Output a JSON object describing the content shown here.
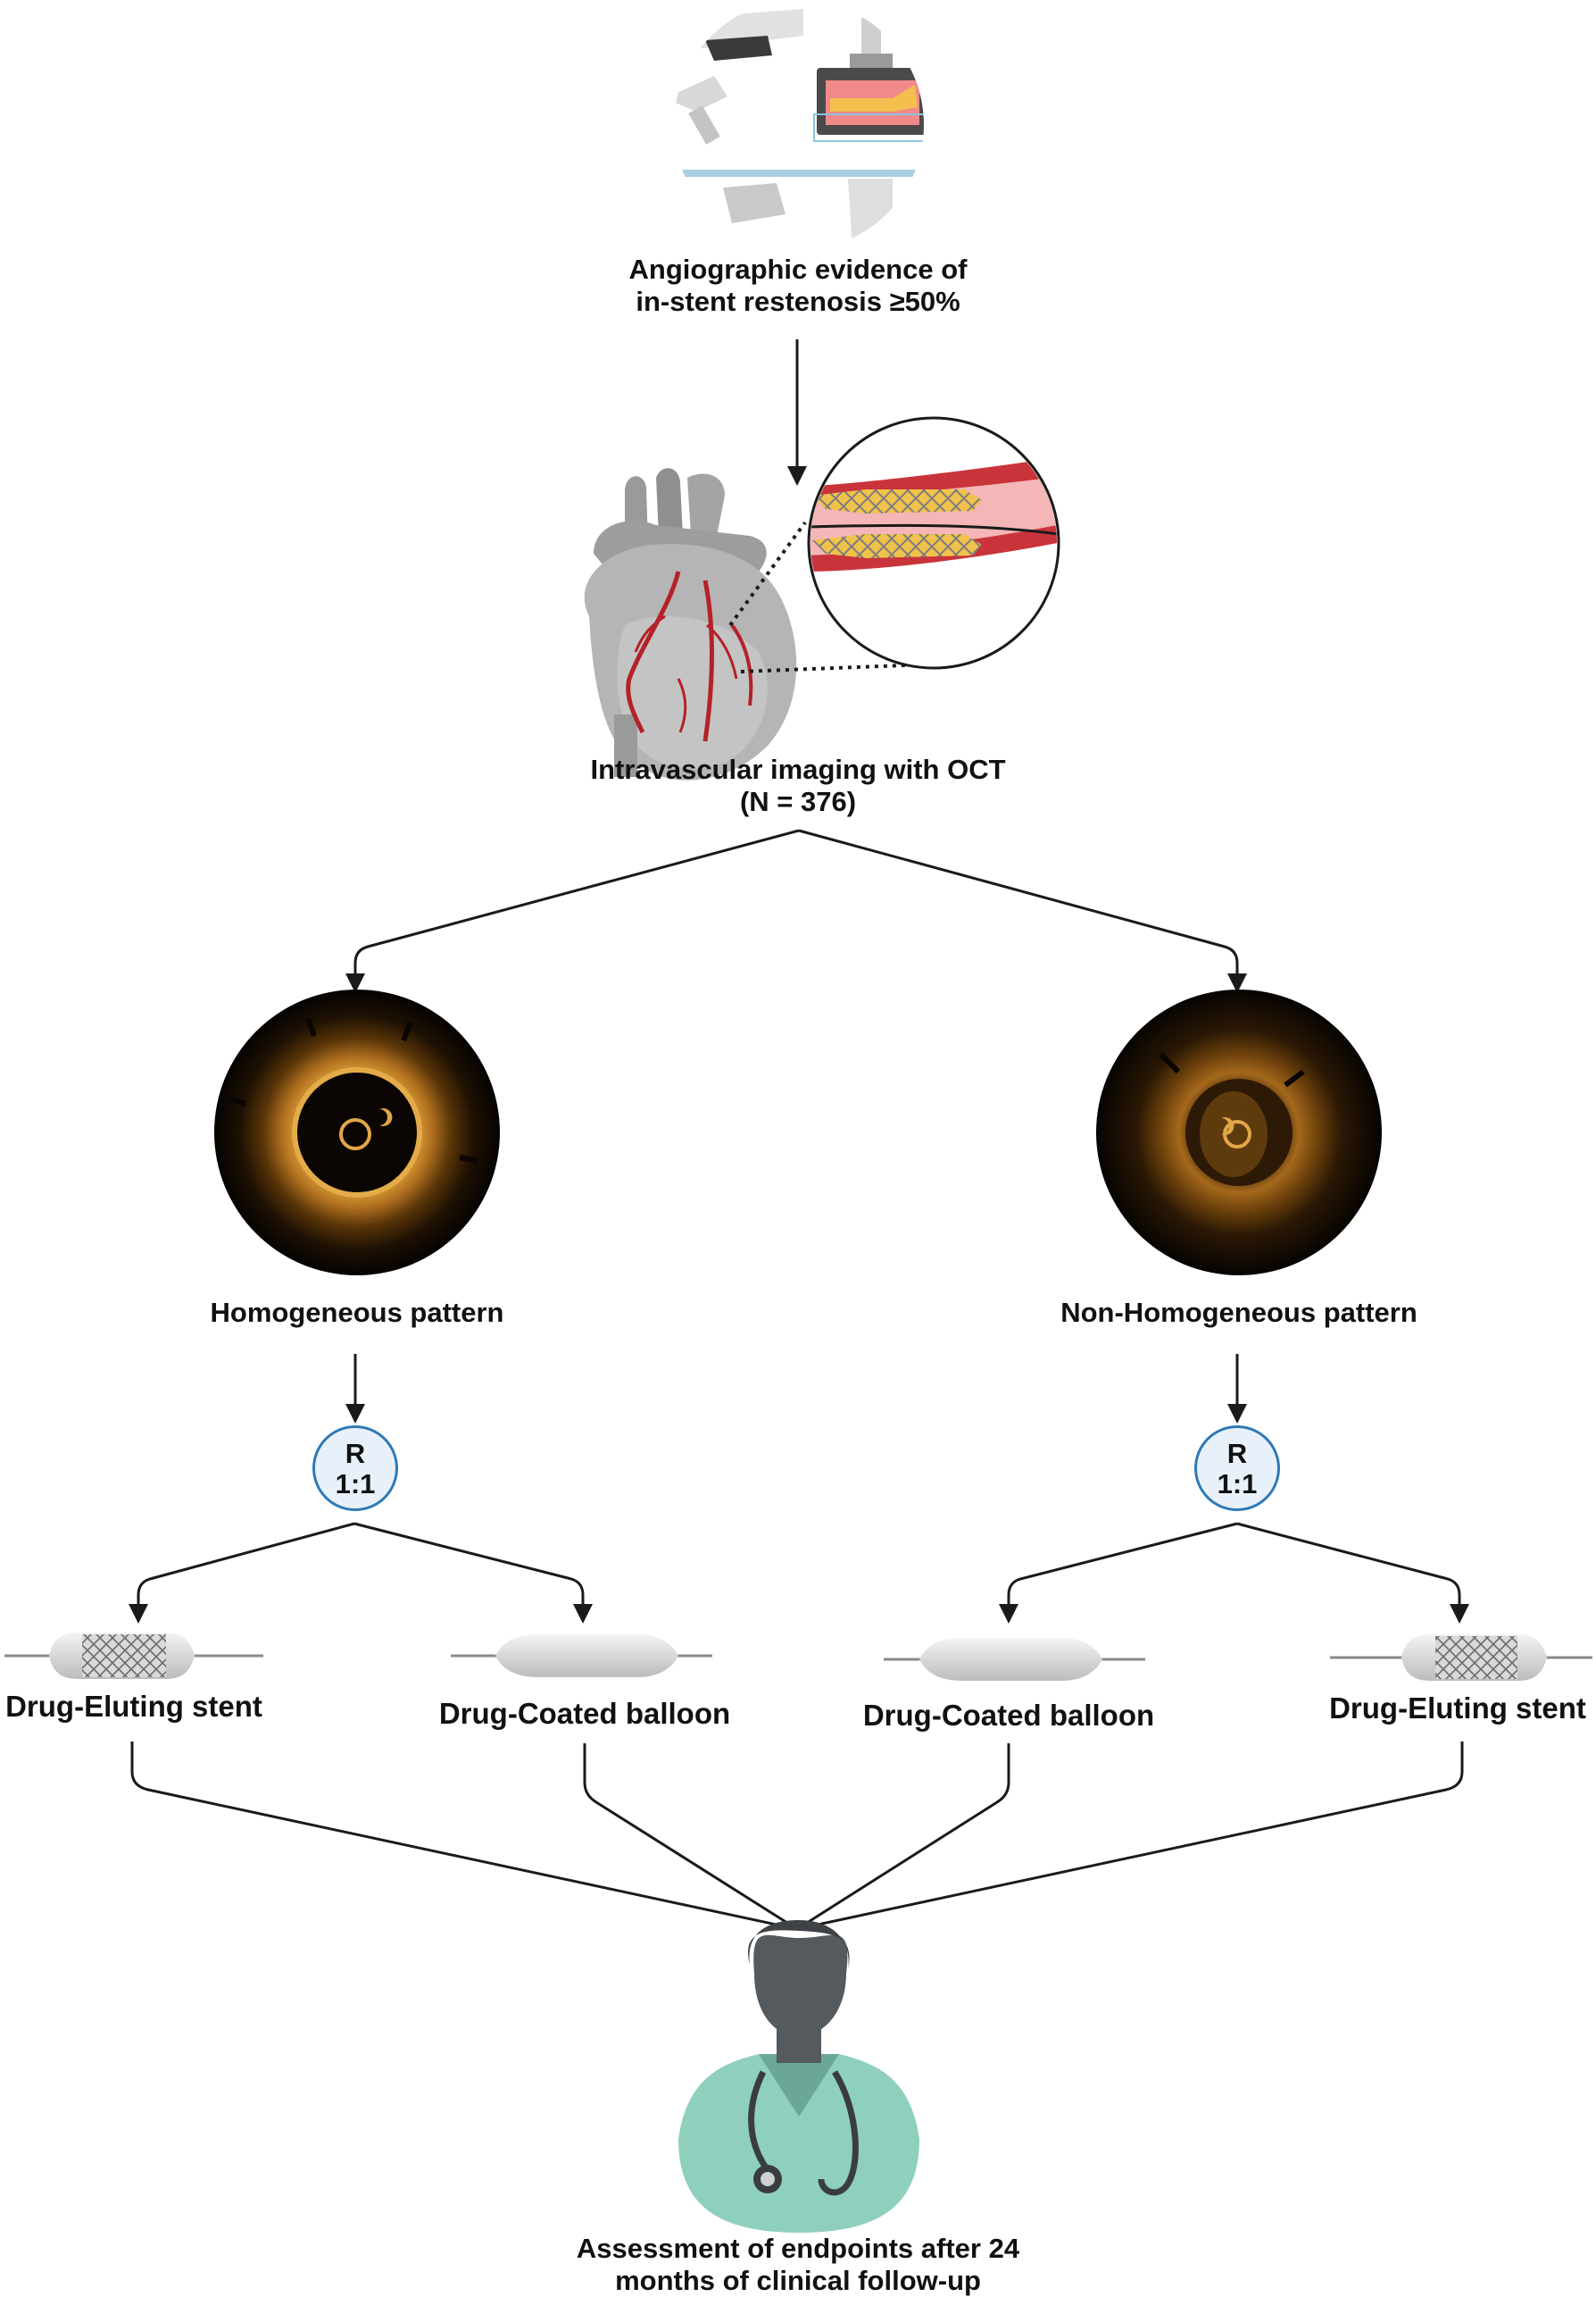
{
  "diagram": {
    "step_angiography": {
      "line1": "Angiographic evidence of",
      "line2": "in-stent restenosis ≥50%"
    },
    "step_oct": {
      "line1": "Intravascular imaging with OCT",
      "line2": "(N = 376)"
    },
    "pattern_left": {
      "label": "Homogeneous pattern"
    },
    "pattern_right": {
      "label": "Non-Homogeneous pattern"
    },
    "randomization": {
      "line1": "R",
      "line2": "1:1"
    },
    "arms": [
      {
        "label": "Drug-Eluting stent"
      },
      {
        "label": "Drug-Coated balloon"
      },
      {
        "label": "Drug-Coated balloon"
      },
      {
        "label": "Drug-Eluting stent"
      }
    ],
    "outcome": {
      "line1": "Assessment of endpoints after 24",
      "line2": "months of clinical follow-up"
    }
  },
  "colors": {
    "arrow": "#1a1a1a",
    "badge_border": "#2f79b6",
    "badge_fill": "#e8f1f9",
    "vessel_red": "#c9343a",
    "plaque_yellow": "#f5c842",
    "oct_ring": "#c9862a",
    "scrubs": "#8fcfbe",
    "person_gray": "#555a5e"
  }
}
